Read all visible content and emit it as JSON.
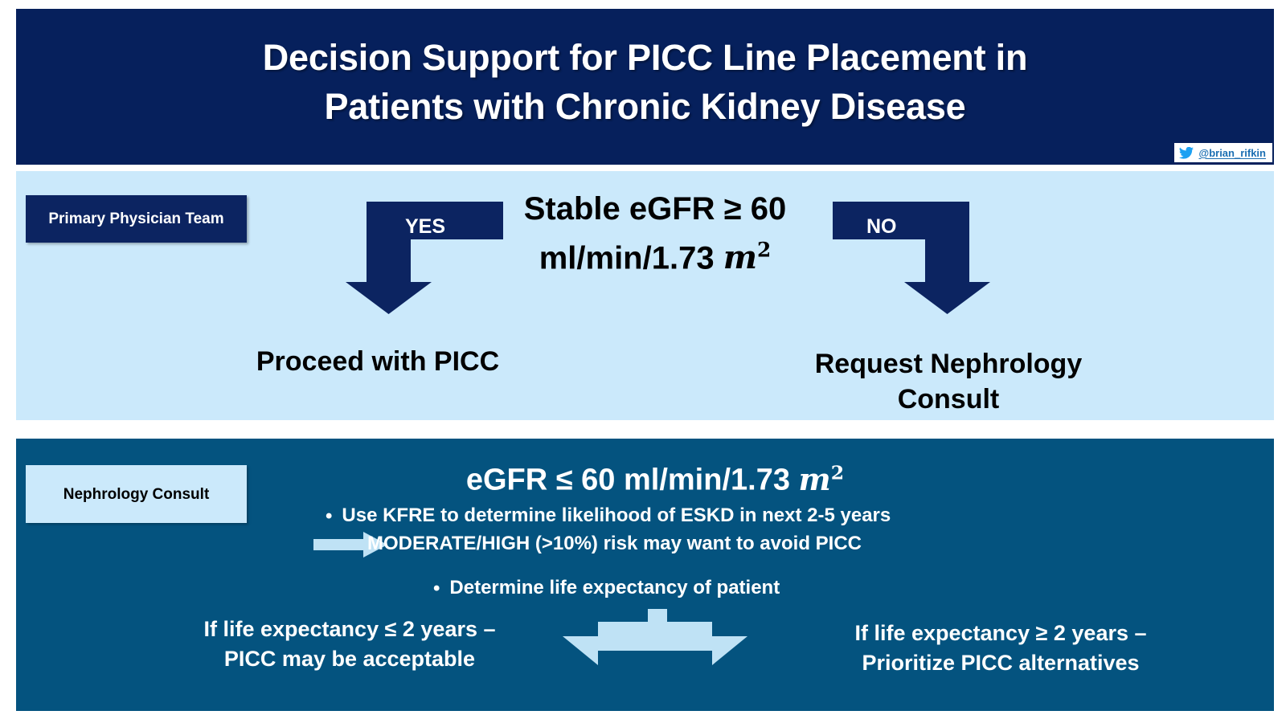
{
  "header": {
    "title_line1": "Decision Support for PICC Line Placement in",
    "title_line2": "Patients with Chronic Kidney Disease",
    "twitter_handle": "@brian_rifkin",
    "twitter_icon": "twitter-bird-icon",
    "bg_color": "#06205c"
  },
  "mid_panel": {
    "bg_color": "#cbe9fb",
    "role_badge": "Primary Physician Team",
    "criterion_line1": "Stable eGFR ≥ 60",
    "criterion_line2_prefix": "ml/min/1.73 ",
    "criterion_unit": "m",
    "criterion_exponent": "2",
    "branch_yes_label": "YES",
    "branch_no_label": "NO",
    "outcome_yes": "Proceed with PICC",
    "outcome_no": "Request Nephrology Consult",
    "arrow_color": "#0c2461"
  },
  "bottom_panel": {
    "bg_color": "#04537f",
    "role_badge": "Nephrology Consult",
    "heading_prefix": "eGFR ≤ 60 ml/min/1.73 ",
    "heading_unit": "m",
    "heading_exponent": "2",
    "bullet_kfre": "Use KFRE to determine likelihood of ESKD in next 2-5 years",
    "sub_moderate": "MODERATE/HIGH (>10%) risk may want to avoid PICC",
    "bullet_life_expectancy": "Determine life expectancy of patient",
    "bullet_glyph": "•",
    "foot_left_line1": "If life expectancy ≤ 2 years –",
    "foot_left_line2": "PICC may be acceptable",
    "foot_right_line1": "If life expectancy ≥ 2 years –",
    "foot_right_line2": "Prioritize PICC alternatives",
    "accent_arrow_color": "#bfe2f5"
  }
}
